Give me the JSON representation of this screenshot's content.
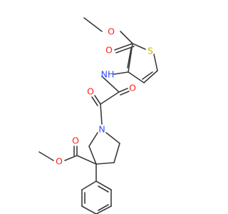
{
  "colors": {
    "bond": "#3a3a3a",
    "oxygen": "#ff2020",
    "nitrogen": "#3050f8",
    "sulfur": "#c8b400",
    "background": "#ffffff"
  },
  "atoms": {
    "o_ester_top": "O",
    "o_carbonyl_top": "O",
    "s_thiophene": "S",
    "n_amide": "NH",
    "o_oxalyl_left": "O",
    "o_oxalyl_right": "O",
    "n_pyrrolidine": "N",
    "o_ester_left": "O",
    "o_carbonyl_left": "O"
  }
}
